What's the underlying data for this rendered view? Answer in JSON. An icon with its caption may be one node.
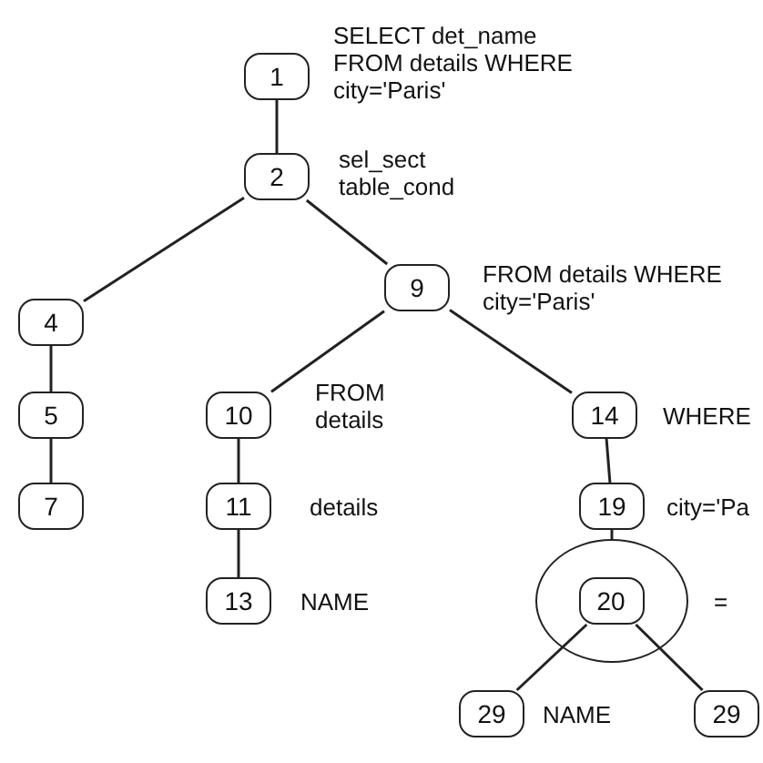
{
  "diagram": {
    "nodes": [
      {
        "text": [
          "1"
        ],
        "beside": [
          "SELECT det_name FROM details WHERE city='Paris'"
        ]
      },
      {
        "text": [
          "2"
        ],
        "beside": [
          "sel_sect table_cond"
        ]
      },
      {
        "text": [
          "4"
        ]
      },
      {
        "text": [
          "5"
        ]
      },
      {
        "text": [
          "7"
        ]
      },
      {
        "text": [
          "9"
        ],
        "beside": [
          "FROM details WHERE city='Paris'"
        ]
      },
      {
        "text": [
          "10"
        ],
        "beside": [
          "FROM details"
        ]
      },
      {
        "text": [
          "11"
        ],
        "beside": [
          "details"
        ]
      },
      {
        "text": [
          "13"
        ],
        "beside": [
          "NAME"
        ]
      },
      {
        "text": [
          "14"
        ],
        "beside": [
          "WHERE"
        ]
      },
      {
        "text": [
          "19"
        ],
        "beside": [
          "city='Pa"
        ]
      },
      {
        "text": [],
        "shape": "circle",
        "beside": [
          "="
        ]
      },
      {
        "text": [
          "20"
        ],
        "in": 11
      },
      {
        "text": [
          "29"
        ],
        "beside": [
          "NAME"
        ]
      },
      {
        "text": [
          "29"
        ]
      }
    ],
    "edges": [
      {
        "from": 0,
        "to": 1,
        "arrow": "none"
      },
      {
        "from": 1,
        "to": 2,
        "arrow": "none"
      },
      {
        "from": 1,
        "to": 5,
        "arrow": "none"
      },
      {
        "from": 2,
        "to": 3,
        "arrow": "none"
      },
      {
        "from": 3,
        "to": 4,
        "arrow": "none"
      },
      {
        "from": 5,
        "to": 6,
        "arrow": "none"
      },
      {
        "from": 5,
        "to": 9,
        "arrow": "none"
      },
      {
        "from": 6,
        "to": 7,
        "arrow": "none"
      },
      {
        "from": 7,
        "to": 8,
        "arrow": "none"
      },
      {
        "from": 9,
        "to": 10,
        "arrow": "none"
      },
      {
        "from": 10,
        "to": 11,
        "arrow": "none"
      },
      {
        "from": 12,
        "to": 13,
        "arrow": "none"
      },
      {
        "from": 12,
        "to": 14,
        "arrow": "none"
      }
    ]
  }
}
